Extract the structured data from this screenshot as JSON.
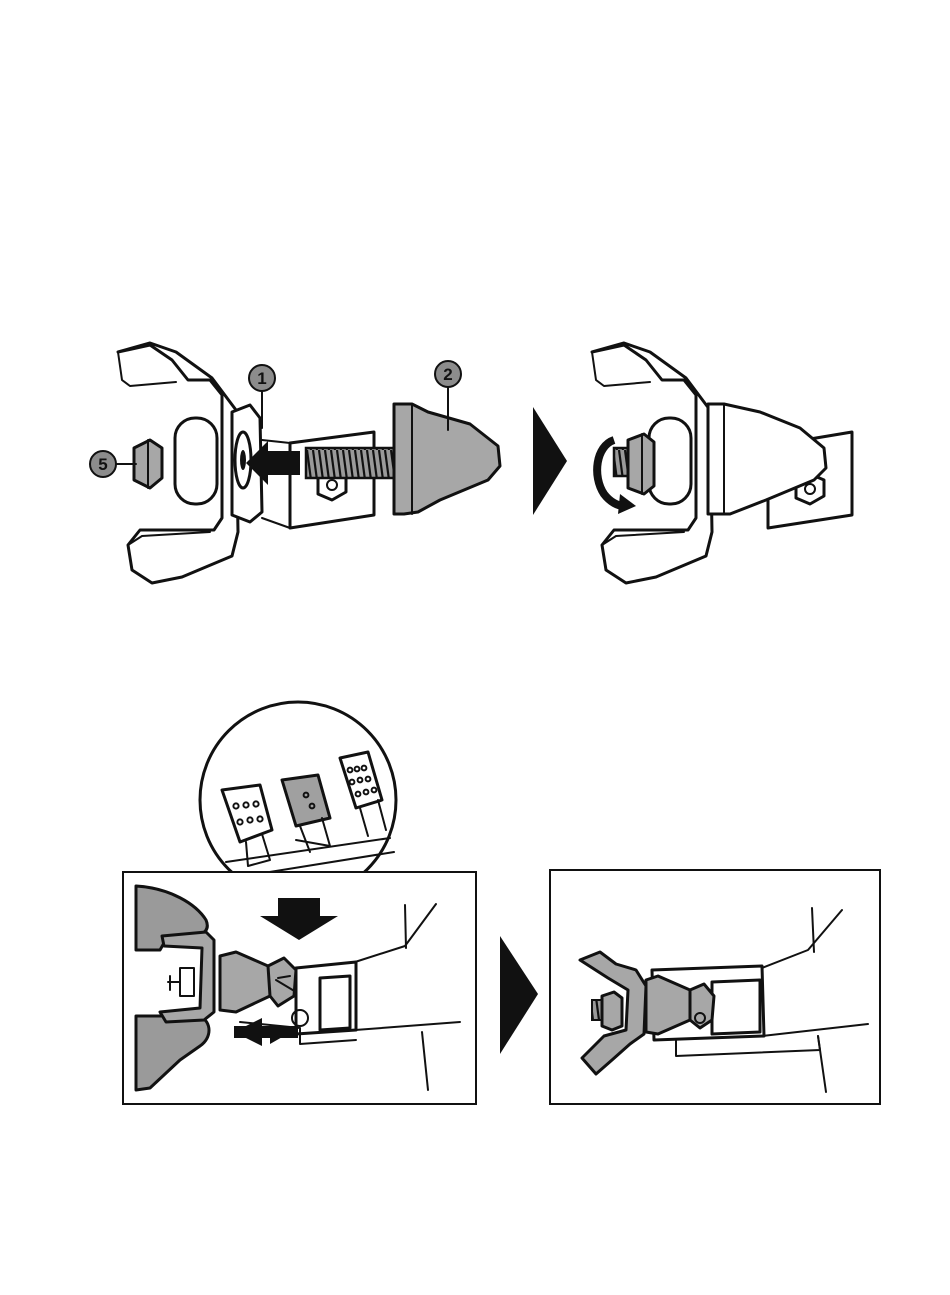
{
  "callouts": [
    {
      "label": "1"
    },
    {
      "label": "2"
    },
    {
      "label": "5"
    }
  ],
  "colors": {
    "part_fill": "#a7a7a7",
    "callout_fill": "#8c8c8c",
    "skin_fill": "#9a9a9a",
    "pedal_fill": "#a0a0a0",
    "ink": "#111111",
    "background": "#ffffff"
  },
  "icons": {
    "step_arrow": "right-triangle-arrow-icon",
    "rotate": "rotate-clockwise-arrow-icon",
    "insert": "left-arrow-icon",
    "press_down": "down-arrow-icon",
    "slide": "double-horizontal-arrow-icon"
  }
}
